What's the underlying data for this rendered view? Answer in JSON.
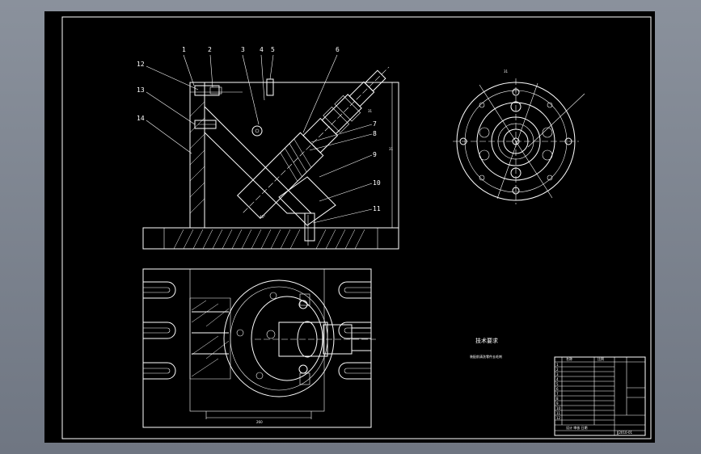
{
  "drawing": {
    "part_numbers": [
      "1",
      "2",
      "3",
      "4",
      "5",
      "6",
      "7",
      "8",
      "9",
      "10",
      "11",
      "12",
      "13",
      "14"
    ],
    "section_marks": [
      "31",
      "31",
      "31"
    ],
    "angle_label": "45°",
    "note_title": "技术要求",
    "note_text": "装配前清洗零件去毛刺",
    "plan_dim_label": "260",
    "title_block": {
      "rows": [
        "1",
        "2",
        "3",
        "4",
        "5",
        "6",
        "7",
        "8",
        "9",
        "10",
        "11",
        "12",
        "13",
        "14"
      ],
      "name_col": "名称",
      "scale_label": "比例",
      "drawing_no": "JJ2010-01",
      "footer": "设计 审核 日期"
    }
  }
}
